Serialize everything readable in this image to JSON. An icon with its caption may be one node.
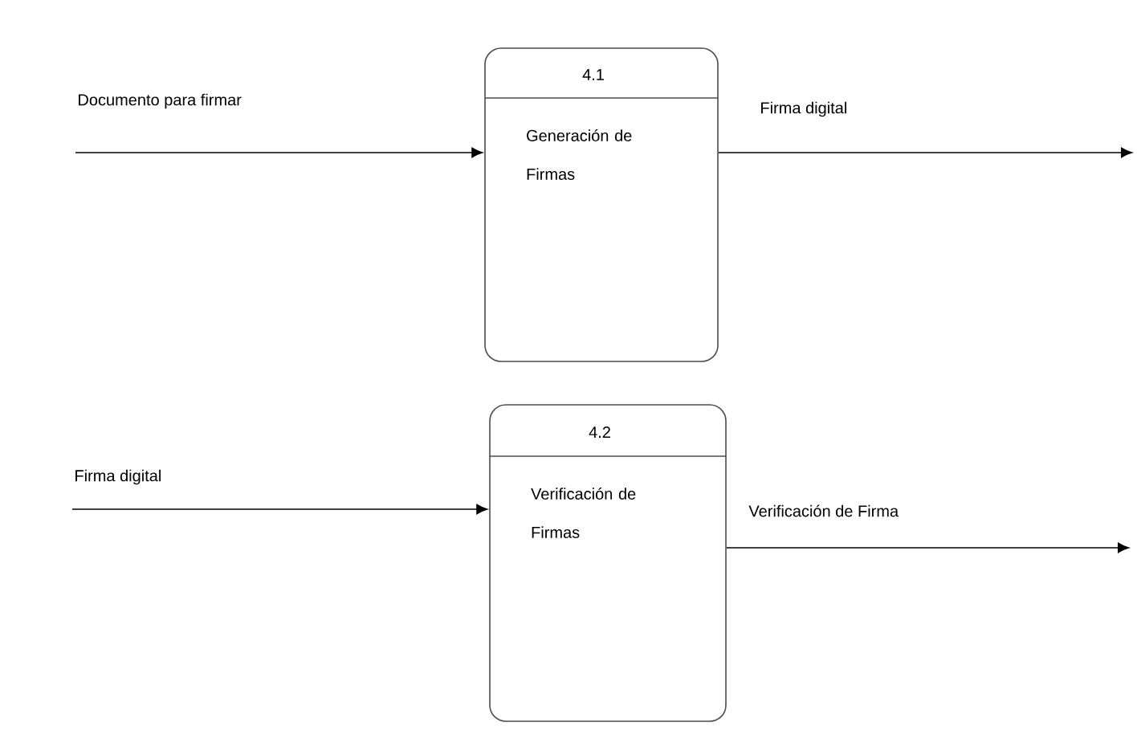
{
  "diagram": {
    "nodes": [
      {
        "text": [
          "4.1",
          "Generación de Firmas"
        ]
      },
      {
        "text": [
          "4.2",
          "Verificación de Firmas"
        ]
      }
    ],
    "edges": [
      {
        "from": null,
        "to": 0,
        "arrow": "to",
        "label": "Documento para firmar"
      },
      {
        "from": 0,
        "to": null,
        "arrow": "to",
        "label": "Firma digital"
      },
      {
        "from": null,
        "to": 1,
        "arrow": "to",
        "label": "Firma digital"
      },
      {
        "from": 1,
        "to": null,
        "arrow": "to",
        "label": "Verificación de Firma"
      }
    ]
  }
}
